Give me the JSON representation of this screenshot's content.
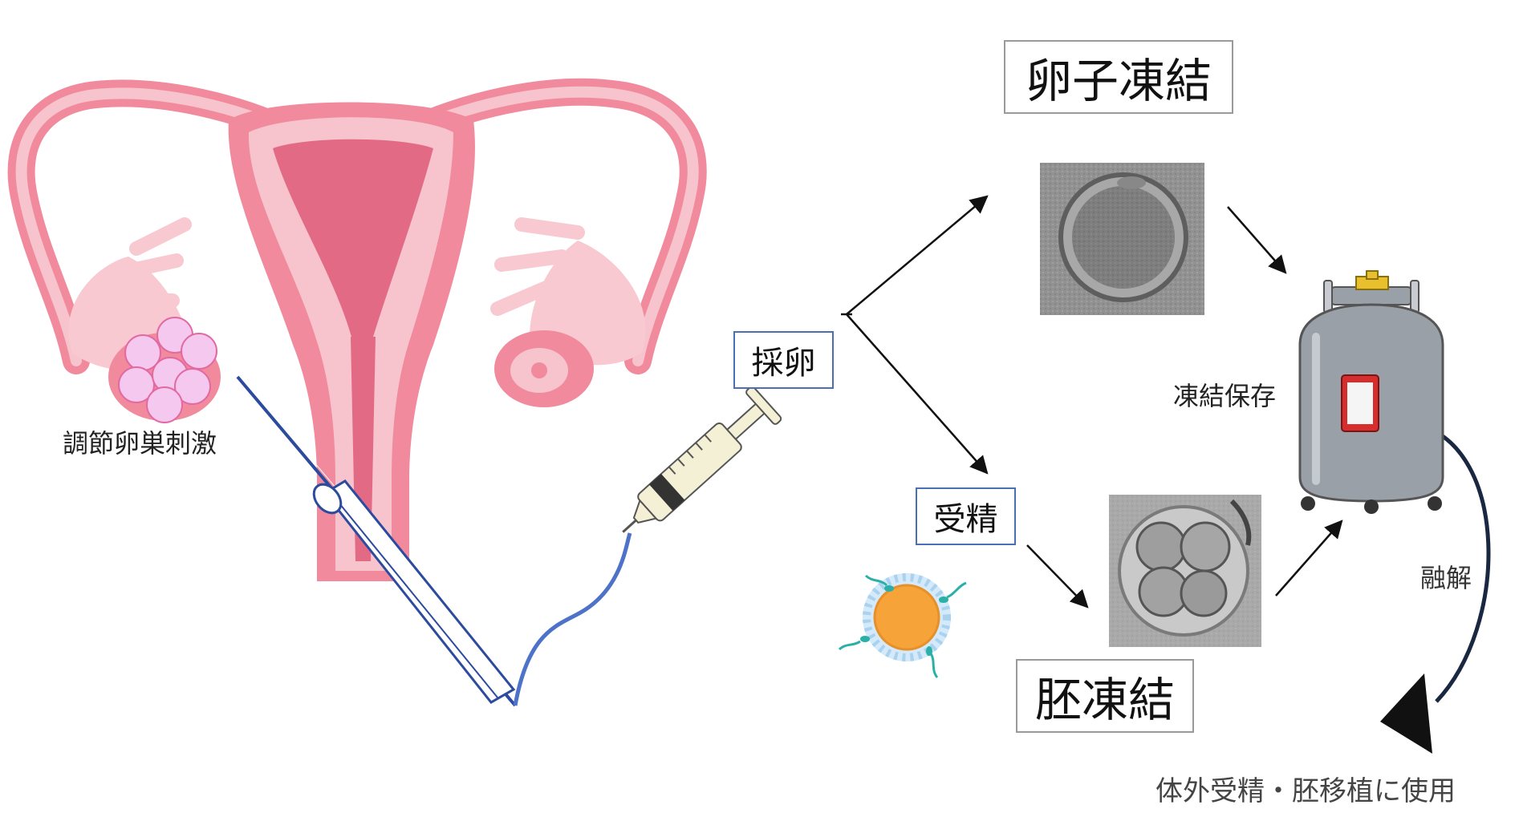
{
  "title_egg_freezing": "卵子凍結",
  "title_embryo_freezing": "胚凍結",
  "step_retrieval": "採卵",
  "step_fertilization": "受精",
  "label_stimulation": "調節卵巣刺激",
  "label_storage": "凍結保存",
  "label_thaw": "融解",
  "label_usage": "体外受精・胚移植に使用",
  "icons": [
    "uterus-icon",
    "ovary-follicles-icon",
    "syringe-icon",
    "needle-icon",
    "oocyte-photo",
    "embryo-photo",
    "sperm-egg-icon",
    "liquid-nitrogen-tank-icon"
  ],
  "colors": {
    "uterus": "#f08a9c",
    "uterus_light": "#f7c3cc",
    "follicle": "#f5c8ef",
    "needle": "#2c4b9e",
    "tube": "#4e72c8",
    "box_gray": "#9a9a9a",
    "box_blue": "#4a6fb5",
    "tank": "#9aa0a8",
    "egg": "#f6a43a"
  }
}
